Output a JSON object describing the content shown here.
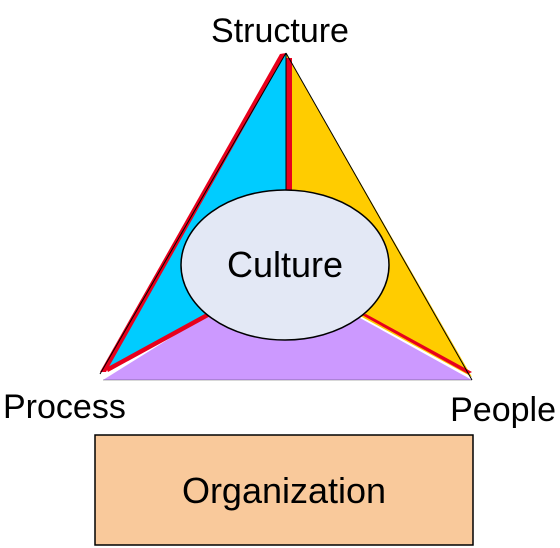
{
  "diagram": {
    "apex_label": "Structure",
    "left_label": "Process",
    "right_label": "People",
    "center_label": "Culture",
    "base_box_label": "Organization"
  },
  "colors": {
    "left_face": "#00ccff",
    "right_face": "#ffcc00",
    "bottom_face": "#cc99ff",
    "edge_accent": "#e8001c",
    "ellipse_fill": "#e3e8f5",
    "box_fill": "#f9c99b",
    "outline": "#000000"
  }
}
